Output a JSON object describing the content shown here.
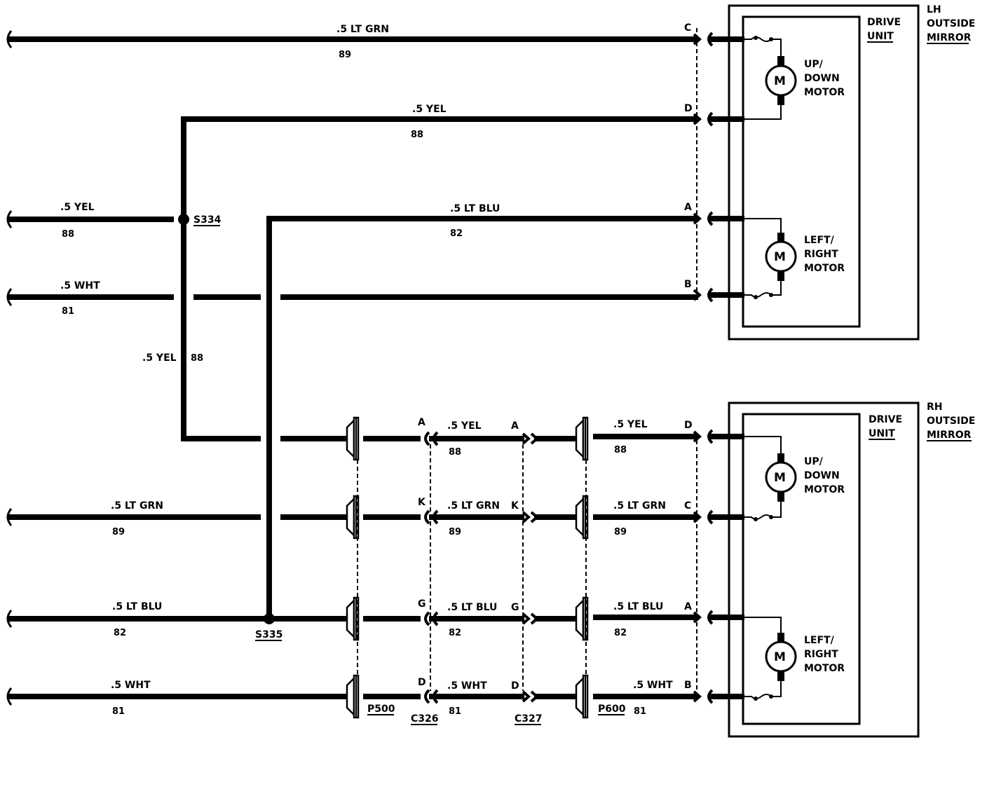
{
  "lh_mirror": {
    "title": [
      "LH",
      "OUTSIDE",
      "MIRROR"
    ],
    "drive_unit": [
      "DRIVE",
      "UNIT"
    ],
    "updown_motor": [
      "UP/",
      "DOWN",
      "MOTOR"
    ],
    "leftright_motor": [
      "LEFT/",
      "RIGHT",
      "MOTOR"
    ],
    "motor_symbol": "M",
    "pins": [
      "C",
      "D",
      "A",
      "B"
    ]
  },
  "rh_mirror": {
    "title": [
      "RH",
      "OUTSIDE",
      "MIRROR"
    ],
    "drive_unit": [
      "DRIVE",
      "UNIT"
    ],
    "updown_motor": [
      "UP/",
      "DOWN",
      "MOTOR"
    ],
    "leftright_motor": [
      "LEFT/",
      "RIGHT",
      "MOTOR"
    ],
    "motor_symbol": "M",
    "pins": [
      "D",
      "C",
      "A",
      "B"
    ]
  },
  "lh_wires": [
    {
      "label": ".5 LT GRN",
      "circuit": "89"
    },
    {
      "label": ".5 YEL",
      "circuit": "88"
    },
    {
      "label": ".5 LT BLU",
      "circuit": "82"
    }
  ],
  "input_wires": [
    {
      "label": ".5 YEL",
      "circuit": "88"
    },
    {
      "label": ".5 WHT",
      "circuit": "81"
    },
    {
      "label": ".5 LT GRN",
      "circuit": "89"
    },
    {
      "label": ".5 LT BLU",
      "circuit": "82"
    },
    {
      "label": ".5 WHT",
      "circuit": "81"
    }
  ],
  "vertical_wire": {
    "label": ".5 YEL",
    "circuit": "88"
  },
  "splices": {
    "s334": "S334",
    "s335": "S335"
  },
  "connectors": {
    "p500": "P500",
    "c326": "C326",
    "c327": "C327",
    "p600": "P600"
  },
  "c326_pins": [
    "A",
    "K",
    "G",
    "D"
  ],
  "c327_pins": [
    "A",
    "K",
    "G",
    "D"
  ],
  "mid_wires": [
    {
      "label": ".5 YEL",
      "circuit": "88"
    },
    {
      "label": ".5 LT GRN",
      "circuit": "89"
    },
    {
      "label": ".5 LT BLU",
      "circuit": "82"
    },
    {
      "label": ".5 WHT",
      "circuit": "81"
    }
  ],
  "rh_wires": [
    {
      "label": ".5 YEL",
      "circuit": "88"
    },
    {
      "label": ".5 LT GRN",
      "circuit": "89"
    },
    {
      "label": ".5 LT BLU",
      "circuit": "82"
    },
    {
      "label": ".5 WHT",
      "circuit": "81"
    }
  ]
}
